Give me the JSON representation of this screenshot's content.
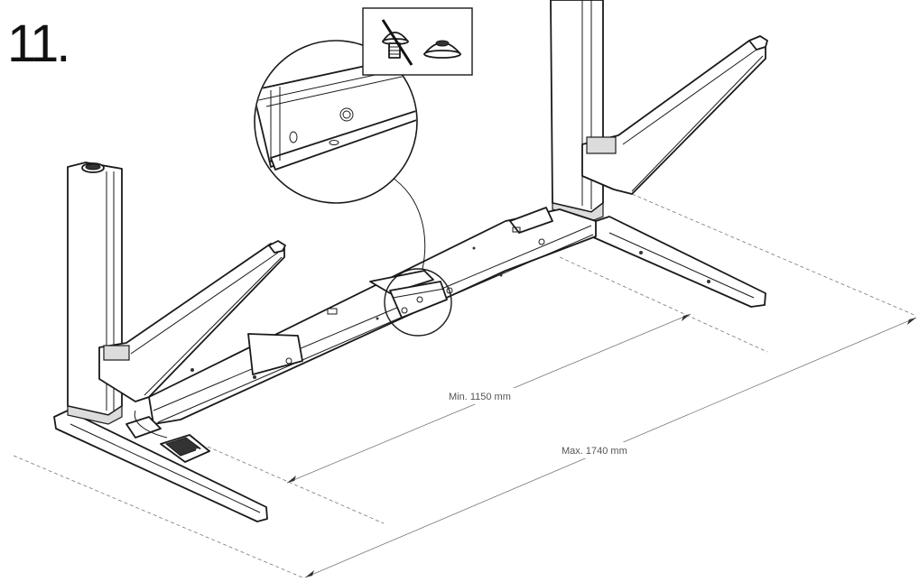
{
  "step": {
    "number": "11."
  },
  "dimensions": {
    "min_label": "Min. 1150 mm",
    "max_label": "Max. 1740 mm"
  },
  "icons": {
    "detail_callout": "magnifier-detail-icon",
    "wrong_part": "crossed-out-screw-icon",
    "right_part": "washer-cap-icon"
  }
}
